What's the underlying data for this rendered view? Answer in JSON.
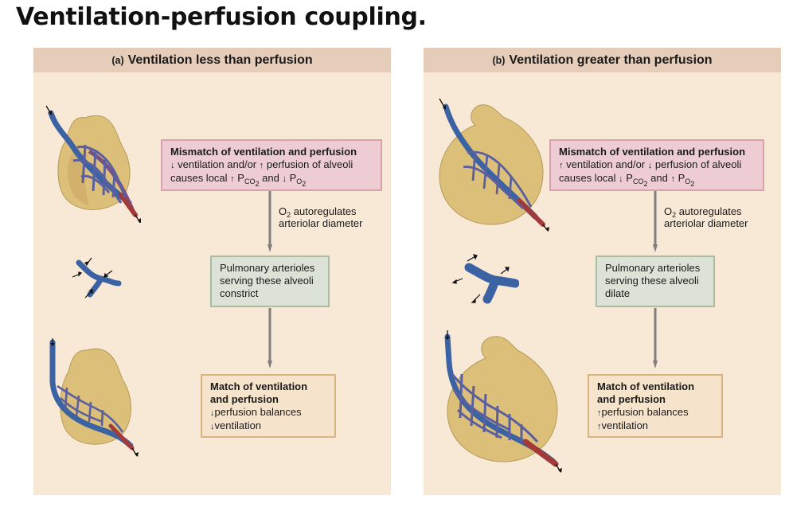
{
  "title": "Ventilation-perfusion coupling.",
  "panel_a": {
    "label": "(a)",
    "title": "Ventilation less than perfusion",
    "mismatch": {
      "heading": "Mismatch of ventilation and perfusion",
      "line1_arrow": "↓",
      "line1_a": "ventilation and/or",
      "line1_arrow2": "↑",
      "line1_b": "perfusion of alveoli",
      "line2_a": "causes local",
      "arrow_co2": "↑",
      "p_co2": "P",
      "co2_sub": "CO",
      "co2_2": "2",
      "and": "and",
      "arrow_o2": "↓",
      "p_o2": "P",
      "o2_sub": "O",
      "o2_2": "2"
    },
    "note": {
      "o": "O",
      "o_sub": "2",
      "line1": "autoregulates",
      "line2": "arteriolar diameter"
    },
    "arteriole": {
      "line1": "Pulmonary arterioles",
      "line2": "serving these alveoli",
      "line3": "constrict"
    },
    "match": {
      "heading1": "Match of ventilation",
      "heading2": "and perfusion",
      "arrow1": "↓",
      "line1": "perfusion balances",
      "arrow2": "↓",
      "line2": "ventilation"
    }
  },
  "panel_b": {
    "label": "(b)",
    "title": "Ventilation greater than perfusion",
    "mismatch": {
      "heading": "Mismatch of ventilation and perfusion",
      "line1_arrow": "↑",
      "line1_a": "ventilation and/or",
      "line1_arrow2": "↓",
      "line1_b": "perfusion of alveoli",
      "line2_a": "causes local",
      "arrow_co2": "↓",
      "p_co2": "P",
      "co2_sub": "CO",
      "co2_2": "2",
      "and": "and",
      "arrow_o2": "↑",
      "p_o2": "P",
      "o2_sub": "O",
      "o2_2": "2"
    },
    "note": {
      "o": "O",
      "o_sub": "2",
      "line1": "autoregulates",
      "line2": "arteriolar diameter"
    },
    "arteriole": {
      "line1": "Pulmonary arterioles",
      "line2": "serving these alveoli",
      "line3": "dilate"
    },
    "match": {
      "heading1": "Match of ventilation",
      "heading2": "and perfusion",
      "arrow1": "↑",
      "line1": "perfusion balances",
      "arrow2": "↑",
      "line2": "ventilation"
    }
  },
  "colors": {
    "panel_bg": "#f8e8d6",
    "header_bg": "#e6cdb9",
    "alveolus": "#dcc07a",
    "vessel_blue": "#3b62a3",
    "vessel_red": "#a33a3a",
    "flow_arrow": "#7f7f7f"
  }
}
